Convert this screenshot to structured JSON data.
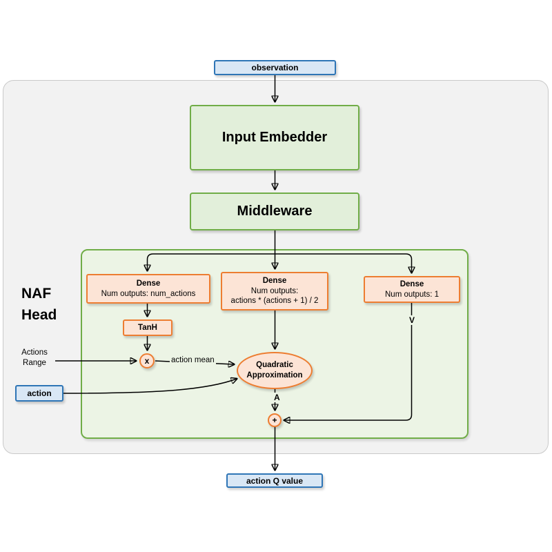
{
  "diagram": {
    "io": {
      "observation": "observation",
      "action": "action",
      "action_q_value": "action Q value"
    },
    "blocks": {
      "input_embedder": "Input Embedder",
      "middleware": "Middleware",
      "naf_head_line1": "NAF",
      "naf_head_line2": "Head",
      "dense_actions_title": "Dense",
      "dense_actions_subtitle": "Num outputs: num_actions",
      "dense_matrix_title": "Dense",
      "dense_matrix_subtitle1": "Num outputs:",
      "dense_matrix_subtitle2": "actions * (actions + 1) / 2",
      "dense_value_title": "Dense",
      "dense_value_subtitle": "Num outputs: 1",
      "tanh": "TanH",
      "multiply": "x",
      "add": "+",
      "quadratic_line1": "Quadratic",
      "quadratic_line2": "Approximation"
    },
    "edge_labels": {
      "actions_range_line1": "Actions",
      "actions_range_line2": "Range",
      "action_mean": "action mean",
      "v": "V",
      "a": "A"
    },
    "colors": {
      "green_border": "#70AD47",
      "green_fill": "#E2EFDA",
      "naf_head_fill": "#ECF4E5",
      "orange_border": "#ED7D31",
      "orange_fill": "#FCE4D6",
      "blue_border": "#2E75B6",
      "blue_fill": "#D9E7F5",
      "outer_container_fill": "#F2F2F2",
      "edge_color": "#000000"
    }
  }
}
